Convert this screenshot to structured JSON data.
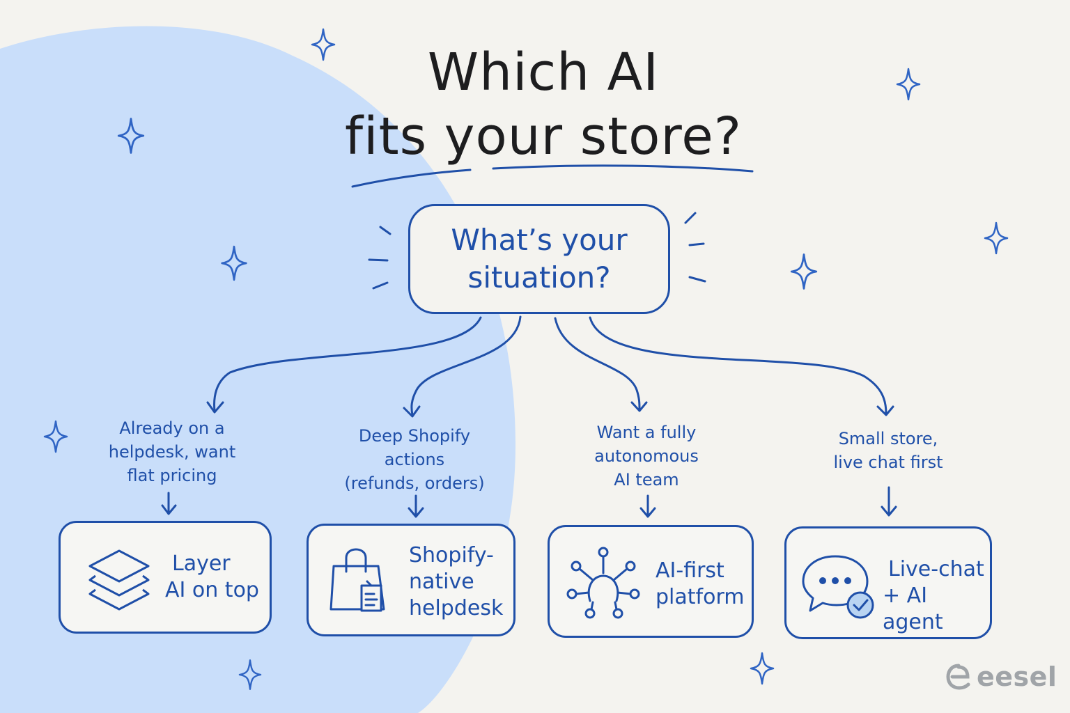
{
  "title": {
    "line1": "Which AI",
    "line2": "fits your store?"
  },
  "hub": {
    "line1": "What’s your",
    "line2": "situation?"
  },
  "branches": [
    {
      "condition": [
        "Already on a",
        "helpdesk, want",
        "flat pricing"
      ],
      "result": [
        "Layer",
        "AI on top"
      ],
      "icon": "layers-icon"
    },
    {
      "condition": [
        "Deep Shopify",
        "actions",
        "(refunds, orders)"
      ],
      "result": [
        "Shopify-",
        "native",
        "helpdesk"
      ],
      "icon": "shopping-bag-icon"
    },
    {
      "condition": [
        "Want a fully",
        "autonomous",
        "AI team"
      ],
      "result": [
        "AI-first",
        "platform"
      ],
      "icon": "network-hub-icon"
    },
    {
      "condition": [
        "Small store,",
        "live chat first"
      ],
      "result": [
        "Live-chat",
        "+ AI agent"
      ],
      "icon": "chat-bubble-check-icon"
    }
  ],
  "brand": {
    "name": "eesel",
    "icon": "eesel-logo-icon"
  },
  "colors": {
    "background": "#f4f3ef",
    "blob": "#c9defa",
    "accent": "#1f4fa8",
    "title": "#1d1d1f",
    "sparkle": "#2f64c4",
    "check": "#b9d4f2"
  }
}
